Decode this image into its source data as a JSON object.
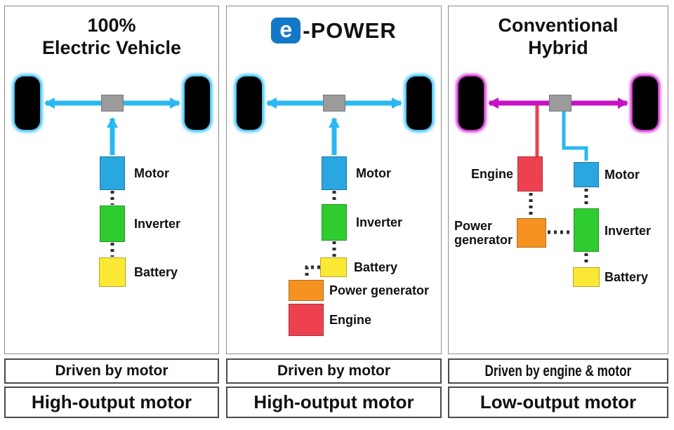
{
  "colors": {
    "cyan": "#29b9f2",
    "magenta": "#c611c6",
    "motor_blue": "#2aa7e0",
    "inverter_green": "#2fcc30",
    "battery_yellow": "#fbe935",
    "generator_orange": "#f59222",
    "engine_red": "#ee4150",
    "gearbox_gray": "#9b9b9b",
    "logo_blue": "#1478c8",
    "text": "#111111"
  },
  "panels": [
    {
      "title_line1": "100%",
      "title_line2": "Electric Vehicle",
      "labels": {
        "motor": "Motor",
        "inverter": "Inverter",
        "battery": "Battery"
      }
    },
    {
      "logo_e": "e",
      "logo_power": "-POWER",
      "labels": {
        "motor": "Motor",
        "inverter": "Inverter",
        "battery": "Battery",
        "generator": "Power generator",
        "engine": "Engine"
      }
    },
    {
      "title_line1": "Conventional",
      "title_line2": "Hybrid",
      "labels": {
        "engine": "Engine",
        "motor": "Motor",
        "generator_line1": "Power",
        "generator_line2": "generator",
        "inverter": "Inverter",
        "battery": "Battery"
      }
    }
  ],
  "footer": {
    "row1": [
      "Driven by motor",
      "Driven by motor",
      "Driven by engine & motor"
    ],
    "row2": [
      "High-output motor",
      "High-output motor",
      "Low-output motor"
    ]
  }
}
